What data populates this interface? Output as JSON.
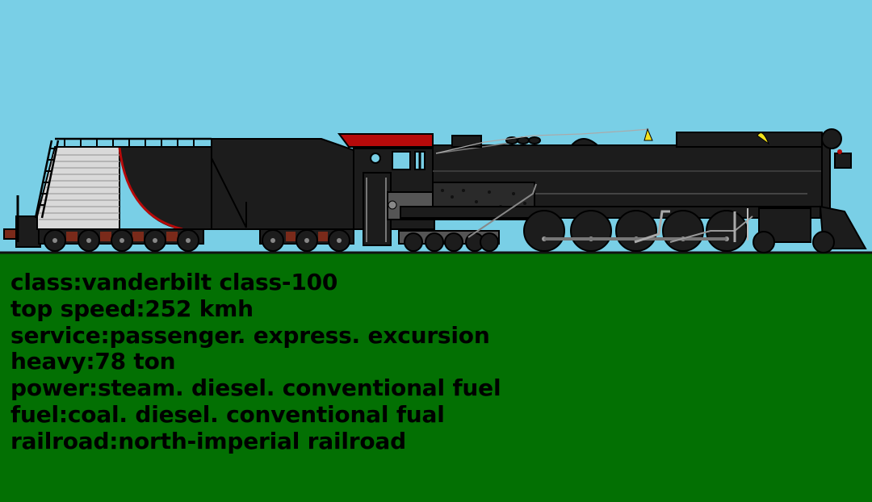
{
  "colors": {
    "sky": "#79cfe6",
    "ground": "#037003",
    "body": "#1c1c1c",
    "accent_red": "#b60a0a",
    "tender_silver": "#d9d9d9",
    "rust": "#7a2a1a",
    "lamp_yellow": "#f3e21b"
  },
  "specs": [
    "class:vanderbilt class-100",
    "top speed:252 kmh",
    "service:passenger. express. excursion",
    "heavy:78 ton",
    "power:steam. diesel. conventional fuel",
    "fuel:coal. diesel. conventional fual",
    "railroad:north-imperial railroad"
  ]
}
